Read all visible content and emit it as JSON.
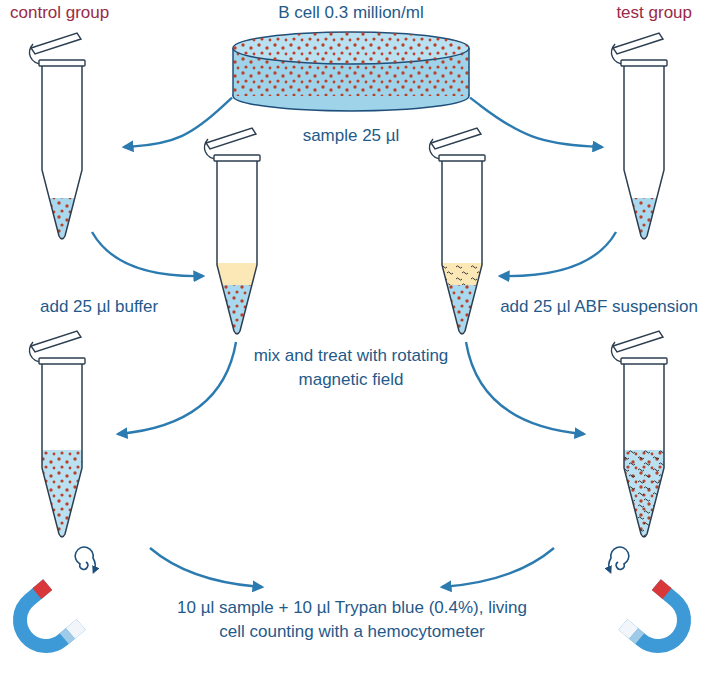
{
  "diagram": {
    "nodes": [
      {
        "text": [
          "B cell  0.3 million/ml"
        ]
      },
      {
        "text": [
          "control group"
        ]
      },
      {
        "text": [
          "test group"
        ]
      }
    ],
    "edges": [
      {
        "from": 0,
        "to": 1,
        "arrow": "to"
      },
      {
        "from": 0,
        "to": 2,
        "arrow": "to"
      }
    ],
    "labels": [
      "sample 25 µl",
      "add 25 µl buffer",
      "add 25 µl ABF suspension",
      "mix and treat with rotating magnetic field",
      "10 µl sample + 10 µl Trypan blue (0.4%), living cell counting with a hemocytometer"
    ]
  }
}
